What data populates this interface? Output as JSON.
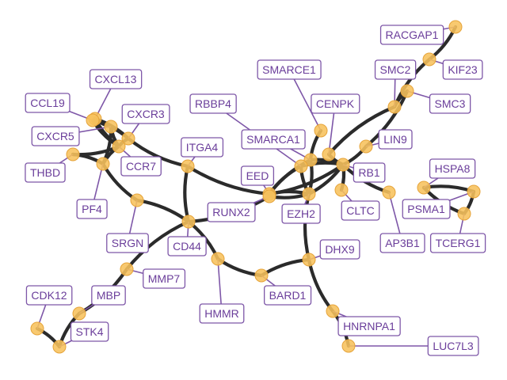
{
  "diagram": {
    "type": "network",
    "colors": {
      "edge": "#2b2b2b",
      "node_fill": "#f7c15c",
      "label_border": "#7e57a8",
      "label_text": "#6a3d9a"
    },
    "nodes": [
      {
        "id": "RACGAP1",
        "label": "RACGAP1"
      },
      {
        "id": "KIF23",
        "label": "KIF23"
      },
      {
        "id": "SMC2",
        "label": "SMC2"
      },
      {
        "id": "SMC3",
        "label": "SMC3"
      },
      {
        "id": "SMARCE1",
        "label": "SMARCE1"
      },
      {
        "id": "CENPK",
        "label": "CENPK"
      },
      {
        "id": "LIN9",
        "label": "LIN9"
      },
      {
        "id": "SMARCA1",
        "label": "SMARCA1"
      },
      {
        "id": "RBBP4",
        "label": "RBBP4"
      },
      {
        "id": "EED",
        "label": "EED"
      },
      {
        "id": "RB1",
        "label": "RB1"
      },
      {
        "id": "HSPA8",
        "label": "HSPA8"
      },
      {
        "id": "PSMA1",
        "label": "PSMA1"
      },
      {
        "id": "TCERG1",
        "label": "TCERG1"
      },
      {
        "id": "AP3B1",
        "label": "AP3B1"
      },
      {
        "id": "CLTC",
        "label": "CLTC"
      },
      {
        "id": "EZH2",
        "label": "EZH2"
      },
      {
        "id": "RUNX2",
        "label": "RUNX2"
      },
      {
        "id": "ITGA4",
        "label": "ITGA4"
      },
      {
        "id": "CXCL13",
        "label": "CXCL13"
      },
      {
        "id": "CCL19",
        "label": "CCL19"
      },
      {
        "id": "CXCR3",
        "label": "CXCR3"
      },
      {
        "id": "CXCR5",
        "label": "CXCR5"
      },
      {
        "id": "CCR7",
        "label": "CCR7"
      },
      {
        "id": "THBD",
        "label": "THBD"
      },
      {
        "id": "PF4",
        "label": "PF4"
      },
      {
        "id": "SRGN",
        "label": "SRGN"
      },
      {
        "id": "CD44",
        "label": "CD44"
      },
      {
        "id": "MMP7",
        "label": "MMP7"
      },
      {
        "id": "HMMR",
        "label": "HMMR"
      },
      {
        "id": "BARD1",
        "label": "BARD1"
      },
      {
        "id": "DHX9",
        "label": "DHX9"
      },
      {
        "id": "HNRNPA1",
        "label": "HNRNPA1"
      },
      {
        "id": "LUC7L3",
        "label": "LUC7L3"
      },
      {
        "id": "MBP",
        "label": "MBP"
      },
      {
        "id": "CDK12",
        "label": "CDK12"
      },
      {
        "id": "STK4",
        "label": "STK4"
      }
    ],
    "edges": [
      [
        "RACGAP1",
        "KIF23"
      ],
      [
        "KIF23",
        "SMC2"
      ],
      [
        "SMC2",
        "SMC3"
      ],
      [
        "SMC2",
        "CENPK"
      ],
      [
        "SMC3",
        "LIN9"
      ],
      [
        "CENPK",
        "RB1"
      ],
      [
        "LIN9",
        "RB1"
      ],
      [
        "SMARCE1",
        "SMARCA1"
      ],
      [
        "SMARCA1",
        "RB1"
      ],
      [
        "SMARCA1",
        "EED"
      ],
      [
        "SMARCA1",
        "EZH2"
      ],
      [
        "RBBP4",
        "EED"
      ],
      [
        "RBBP4",
        "RB1"
      ],
      [
        "RBBP4",
        "EZH2"
      ],
      [
        "EED",
        "EZH2"
      ],
      [
        "EED",
        "RB1"
      ],
      [
        "EED",
        "ITGA4"
      ],
      [
        "EZH2",
        "RB1"
      ],
      [
        "EZH2",
        "RUNX2"
      ],
      [
        "EZH2",
        "DHX9"
      ],
      [
        "RB1",
        "CLTC"
      ],
      [
        "RB1",
        "AP3B1"
      ],
      [
        "HSPA8",
        "PSMA1"
      ],
      [
        "HSPA8",
        "TCERG1"
      ],
      [
        "PSMA1",
        "TCERG1"
      ],
      [
        "ITGA4",
        "CD44"
      ],
      [
        "ITGA4",
        "CXCR3"
      ],
      [
        "CXCL13",
        "CXCR5"
      ],
      [
        "CXCL13",
        "CXCR3"
      ],
      [
        "CXCL13",
        "CCR7"
      ],
      [
        "CCL19",
        "CXCR5"
      ],
      [
        "CCL19",
        "CCR7"
      ],
      [
        "CCL19",
        "CXCR3"
      ],
      [
        "CXCR5",
        "CCR7"
      ],
      [
        "CXCR5",
        "PF4"
      ],
      [
        "CXCR3",
        "CCR7"
      ],
      [
        "THBD",
        "PF4"
      ],
      [
        "THBD",
        "CCR7"
      ],
      [
        "PF4",
        "CCR7"
      ],
      [
        "PF4",
        "SRGN"
      ],
      [
        "SRGN",
        "CD44"
      ],
      [
        "CD44",
        "RUNX2"
      ],
      [
        "CD44",
        "HMMR"
      ],
      [
        "CD44",
        "MMP7"
      ],
      [
        "MMP7",
        "MBP"
      ],
      [
        "HMMR",
        "BARD1"
      ],
      [
        "BARD1",
        "DHX9"
      ],
      [
        "DHX9",
        "HNRNPA1"
      ],
      [
        "HNRNPA1",
        "LUC7L3"
      ],
      [
        "MBP",
        "STK4"
      ],
      [
        "CDK12",
        "STK4"
      ]
    ]
  }
}
